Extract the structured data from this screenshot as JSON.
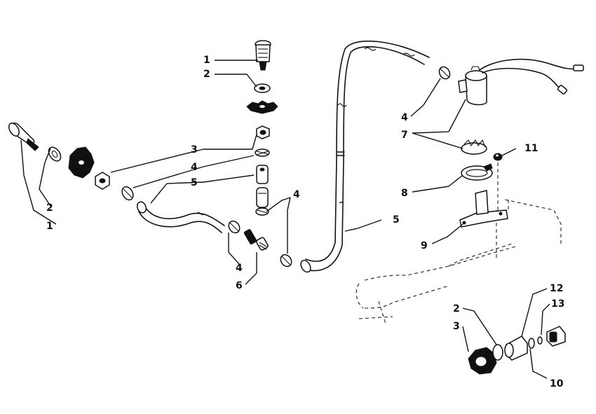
{
  "diagram": {
    "callouts": [
      {
        "id": "c1a",
        "label": "1"
      },
      {
        "id": "c2a",
        "label": "2"
      },
      {
        "id": "c3a",
        "label": "3"
      },
      {
        "id": "c4a",
        "label": "4"
      },
      {
        "id": "c5a",
        "label": "5"
      },
      {
        "id": "c2b",
        "label": "2"
      },
      {
        "id": "c1b",
        "label": "1"
      },
      {
        "id": "c4b",
        "label": "4"
      },
      {
        "id": "c6",
        "label": "6"
      },
      {
        "id": "c4c",
        "label": "4"
      },
      {
        "id": "c5b",
        "label": "5"
      },
      {
        "id": "c4d",
        "label": "4"
      },
      {
        "id": "c7",
        "label": "7"
      },
      {
        "id": "c11",
        "label": "11"
      },
      {
        "id": "c8",
        "label": "8"
      },
      {
        "id": "c9",
        "label": "9"
      },
      {
        "id": "c12",
        "label": "12"
      },
      {
        "id": "c13",
        "label": "13"
      },
      {
        "id": "c2c",
        "label": "2"
      },
      {
        "id": "c3b",
        "label": "3"
      },
      {
        "id": "c10",
        "label": "10"
      }
    ],
    "parts": [
      {
        "name": "fuel-primer-knob-upper",
        "icon": "primer-knob-icon"
      },
      {
        "name": "fuel-primer-knob-left",
        "icon": "primer-knob-icon"
      },
      {
        "name": "washer",
        "icon": "washer-icon"
      },
      {
        "name": "star-washer",
        "icon": "star-washer-icon"
      },
      {
        "name": "nut",
        "icon": "nut-icon"
      },
      {
        "name": "hose-clamp",
        "icon": "clamp-icon"
      },
      {
        "name": "fuel-hose",
        "icon": "hose-icon"
      },
      {
        "name": "tee-fitting",
        "icon": "fitting-icon"
      },
      {
        "name": "fuel-pump",
        "icon": "pump-icon"
      },
      {
        "name": "pump-mount-band",
        "icon": "band-clamp-icon"
      },
      {
        "name": "pump-bracket",
        "icon": "bracket-icon"
      },
      {
        "name": "lock-nut",
        "icon": "nut-icon"
      },
      {
        "name": "connector-assembly",
        "icon": "connector-icon"
      }
    ]
  }
}
